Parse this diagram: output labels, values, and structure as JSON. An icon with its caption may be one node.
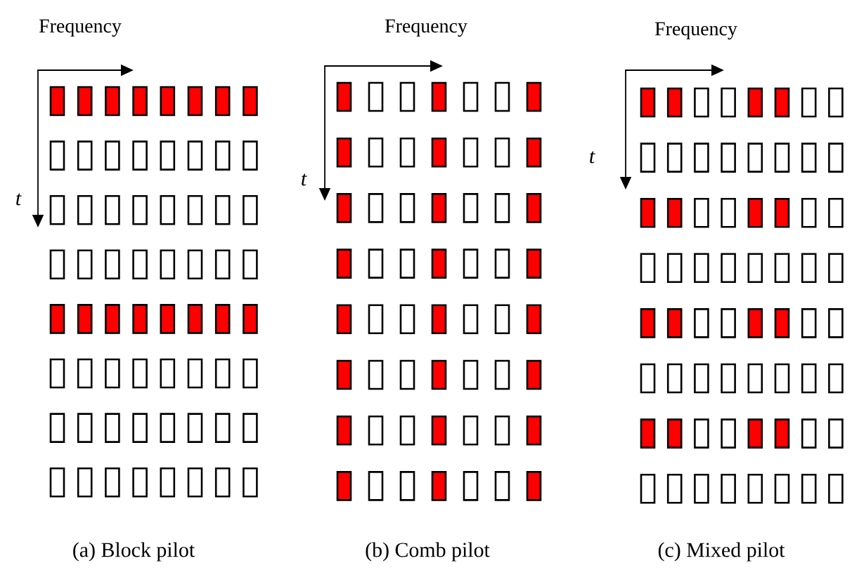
{
  "diagram": {
    "labels": [
      "Frequency",
      "Frequency",
      "Frequency",
      "t",
      "t",
      "t",
      "(a) Block pilot",
      "(b) Comb pilot",
      "(c) Mixed pilot"
    ]
  }
}
